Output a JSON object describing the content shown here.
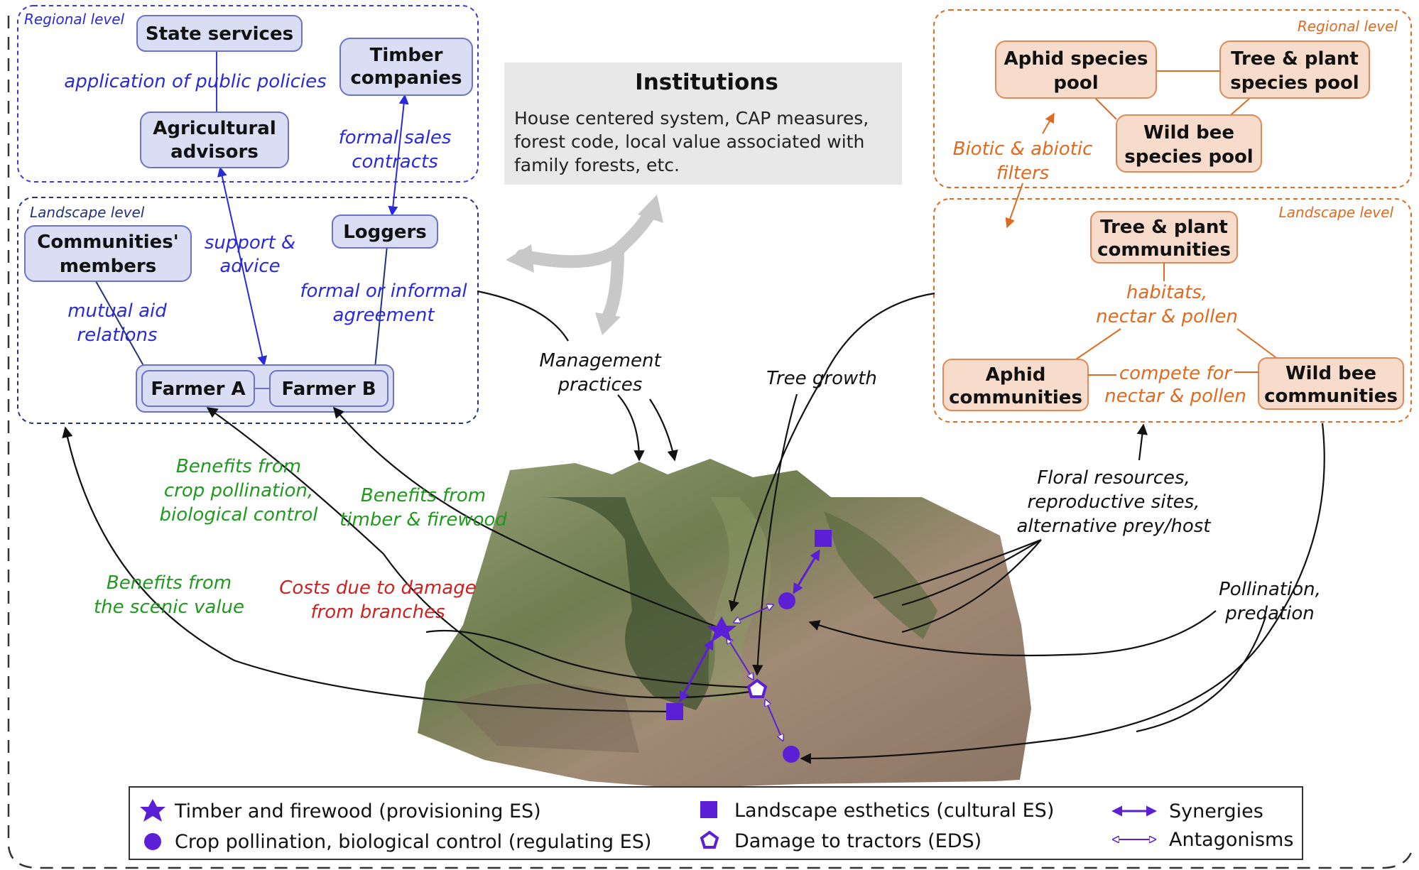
{
  "levels": {
    "regional_left": "Regional level",
    "landscape_left": "Landscape level",
    "regional_right": "Regional level",
    "landscape_right": "Landscape level"
  },
  "social": {
    "state_services": "State services",
    "public_policies": "application of public policies",
    "timber_companies": [
      "Timber",
      "companies"
    ],
    "agricultural_advisors": [
      "Agricultural",
      "advisors"
    ],
    "sales_contracts": [
      "formal sales",
      "contracts"
    ],
    "loggers": "Loggers",
    "communities_members": [
      "Communities'",
      "members"
    ],
    "support_advice": [
      "support &",
      "advice"
    ],
    "formal_agreement": [
      "formal or informal",
      "agreement"
    ],
    "mutual_aid": [
      "mutual aid",
      "relations"
    ],
    "farmer_a": "Farmer A",
    "farmer_b": "Farmer B"
  },
  "institutions": {
    "title": "Institutions",
    "lines": [
      "House centered system, CAP measures,",
      "forest code, local value associated with",
      "family forests, etc."
    ]
  },
  "ecological": {
    "aphid_pool": [
      "Aphid species",
      "pool"
    ],
    "tree_pool": [
      "Tree & plant",
      "species pool"
    ],
    "bee_pool": [
      "Wild bee",
      "species pool"
    ],
    "filters": [
      "Biotic & abiotic",
      "filters"
    ],
    "tree_comm": [
      "Tree & plant",
      "communities"
    ],
    "habitats": [
      "habitats,",
      "nectar & pollen"
    ],
    "aphid_comm": [
      "Aphid",
      "communities"
    ],
    "compete": [
      "compete for",
      "nectar & pollen"
    ],
    "bee_comm": [
      "Wild bee",
      "communities"
    ]
  },
  "flows": {
    "management": [
      "Management",
      "practices"
    ],
    "tree_growth": "Tree growth",
    "floral": [
      "Floral resources,",
      "reproductive sites,",
      "alternative prey/host"
    ],
    "pollination": [
      "Pollination,",
      "predation"
    ],
    "benefit_crop": [
      "Benefits from",
      "crop pollination,",
      "biological control"
    ],
    "benefit_timber": [
      "Benefits from",
      "timber & firewood"
    ],
    "benefit_scenic": [
      "Benefits from",
      "the scenic value"
    ],
    "costs": [
      "Costs due to damage",
      "from branches"
    ]
  },
  "legend": {
    "timber": "Timber and firewood (provisioning ES)",
    "crop": "Crop pollination, biological control (regulating ES)",
    "landscape": "Landscape esthetics (cultural ES)",
    "damage": "Damage to tractors (EDS)",
    "synergies": "Synergies",
    "antagonisms": "Antagonisms"
  },
  "colors": {
    "social_blue": "#2a2ad8",
    "benefit_green": "#1f9a1f",
    "cost_red": "#cc2222",
    "ecology_orange": "#e06a20",
    "marker_purple": "#5b1fd6"
  }
}
